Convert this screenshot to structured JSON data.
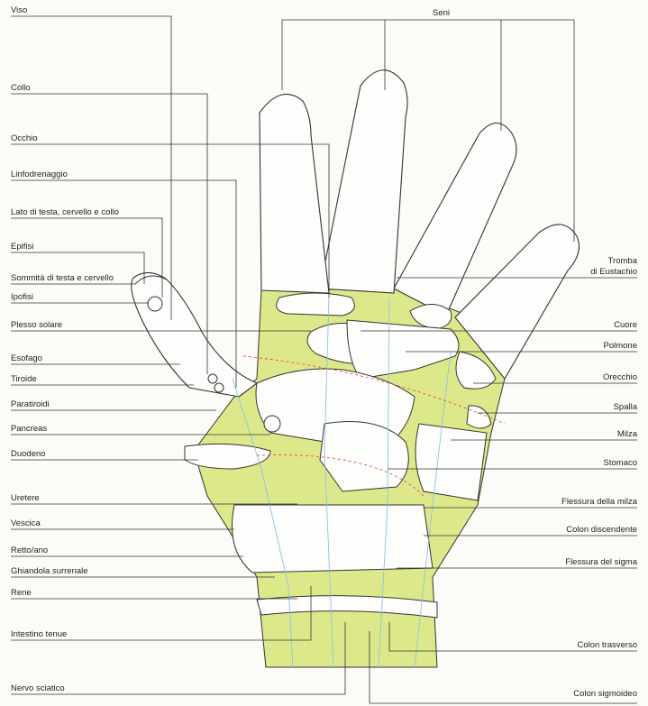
{
  "colors": {
    "zone_fill": "#dde88a",
    "outline": "#333333",
    "meridian": "#8fc3e0",
    "red_line": "#d84050"
  },
  "labels_left": {
    "viso": "Viso",
    "collo": "Collo",
    "occhio": "Occhio",
    "linfodrenaggio": "Linfodrenaggio",
    "lato_testa": "Lato di testa, cervello e collo",
    "epifisi": "Epifisi",
    "sommita": "Sommità di testa e cervello",
    "ipofisi": "Ipofisi",
    "plesso_solare": "Plesso solare",
    "esofago": "Esofago",
    "tiroide": "Tiroide",
    "paratiroidi": "Paratiroidi",
    "pancreas": "Pancreas",
    "duodeno": "Duodeno",
    "uretere": "Uretere",
    "vescica": "Vescica",
    "retto_ano": "Retto/ano",
    "ghiandola_surrenale": "Ghiandola surrenale",
    "rene": "Rene",
    "intestino_tenue": "Intestino tenue",
    "nervo_sciatico": "Nervo sciatico"
  },
  "labels_right": {
    "seni": "Seni",
    "tromba_line1": "Tromba",
    "tromba_line2": "di Eustachio",
    "cuore": "Cuore",
    "polmone": "Polmone",
    "orecchio": "Orecchio",
    "spalla": "Spalla",
    "milza": "Milza",
    "stomaco": "Stomaco",
    "flessura_milza": "Flessura della milza",
    "colon_discendente": "Colon discendente",
    "flessura_sigma": "Flessura del sigma",
    "colon_trasverso": "Colon trasverso",
    "colon_sigmoideo": "Colon sigmoideo"
  }
}
